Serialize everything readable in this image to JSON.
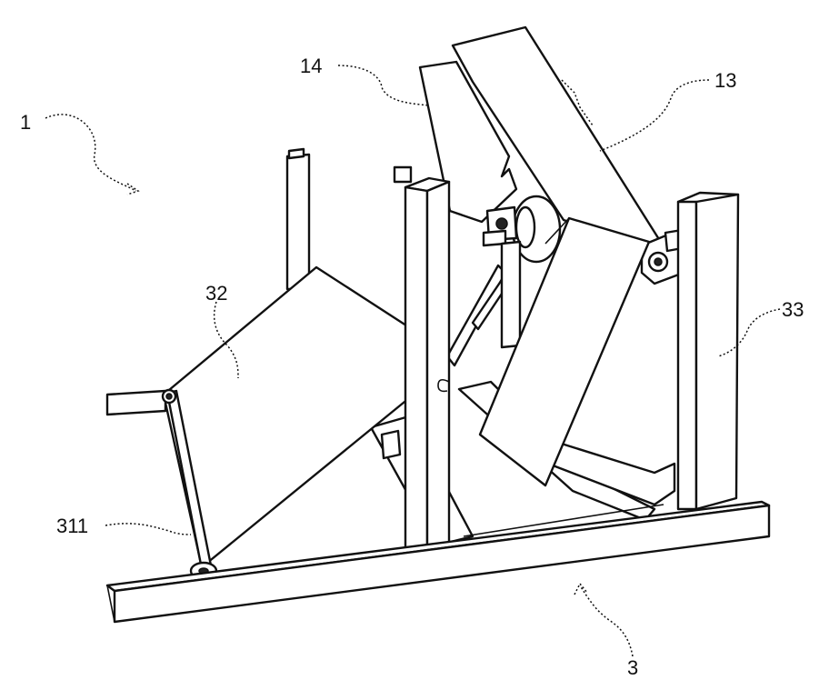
{
  "figure": {
    "labels": {
      "l1": "1",
      "l3": "3",
      "l13": "13",
      "l14": "14",
      "l32": "32",
      "l33": "33",
      "l311": "311"
    }
  }
}
